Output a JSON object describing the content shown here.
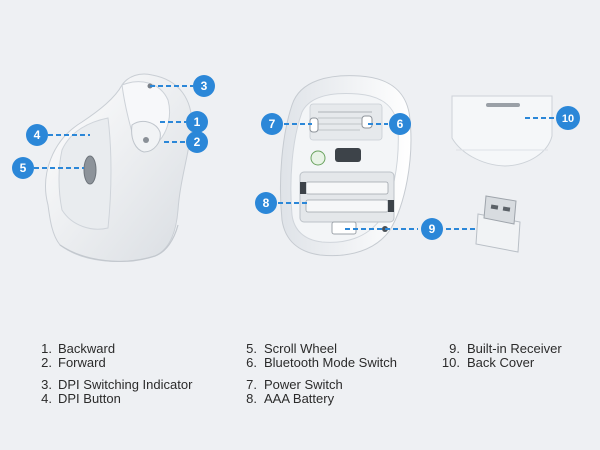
{
  "accent_color": "#2b87d8",
  "callouts": [
    "1",
    "2",
    "3",
    "4",
    "5",
    "6",
    "7",
    "8",
    "9",
    "10"
  ],
  "legend": [
    {
      "num": "1.",
      "label": "Backward"
    },
    {
      "num": "2.",
      "label": "Forward"
    },
    {
      "num": "3.",
      "label": "DPI Switching Indicator"
    },
    {
      "num": "4.",
      "label": "DPI Button"
    },
    {
      "num": "5.",
      "label": "Scroll Wheel"
    },
    {
      "num": "6.",
      "label": "Bluetooth Mode Switch"
    },
    {
      "num": "7.",
      "label": "Power Switch"
    },
    {
      "num": "8.",
      "label": "AAA Battery"
    },
    {
      "num": "9.",
      "label": "Built-in Receiver"
    },
    {
      "num": "10.",
      "label": "Back Cover"
    }
  ]
}
